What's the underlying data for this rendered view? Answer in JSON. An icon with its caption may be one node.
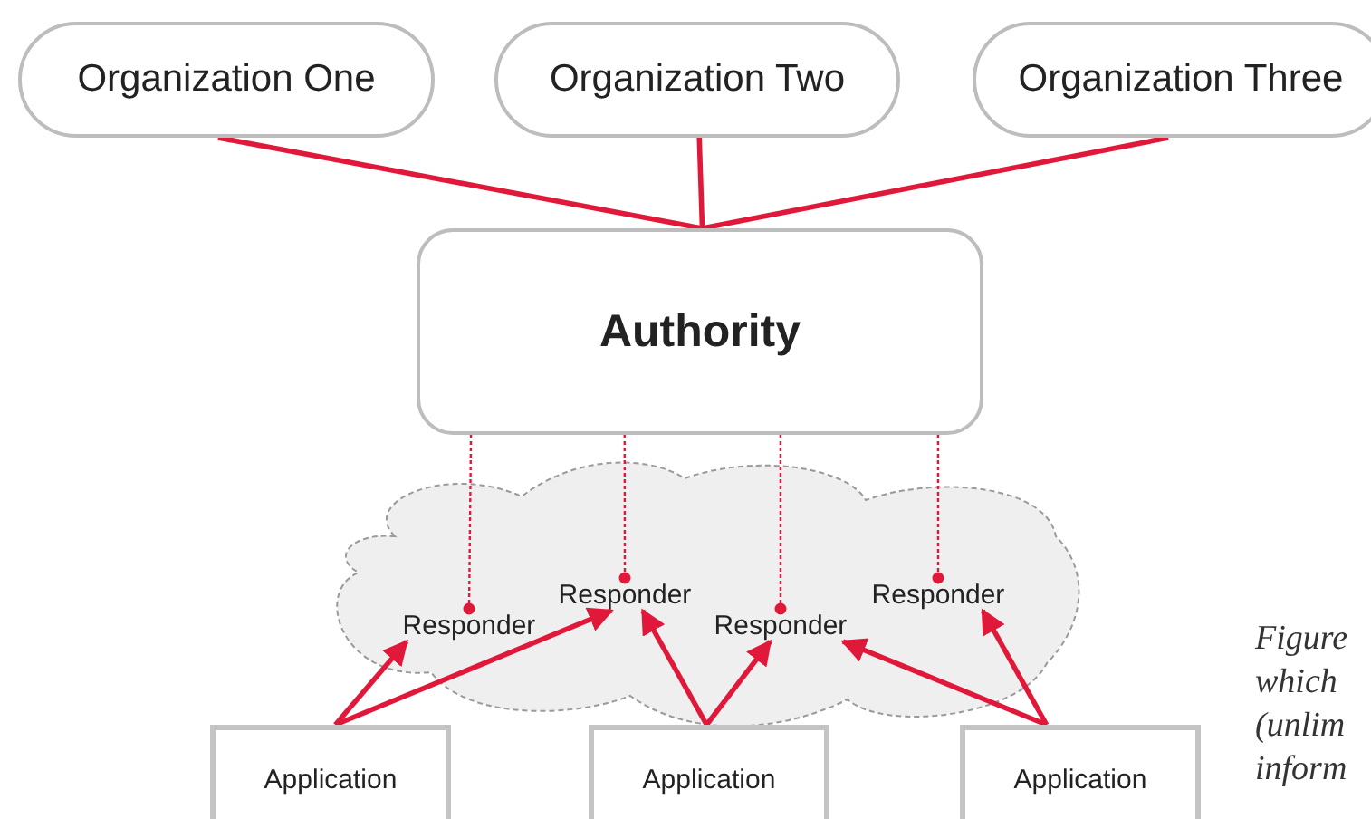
{
  "diagram": {
    "nodes": [
      {
        "text": [
          "Organization One"
        ]
      },
      {
        "text": [
          "Organization Two"
        ]
      },
      {
        "text": [
          "Organization Three"
        ]
      },
      {
        "text": [
          "Authority"
        ]
      },
      {
        "text": [],
        "shape": "cloud"
      },
      {
        "text": [
          "Responder"
        ],
        "in": 4
      },
      {
        "text": [
          "Responder"
        ],
        "in": 4
      },
      {
        "text": [
          "Responder"
        ],
        "in": 4
      },
      {
        "text": [
          "Responder"
        ],
        "in": 4
      },
      {
        "text": [
          "Application"
        ]
      },
      {
        "text": [
          "Application"
        ]
      },
      {
        "text": [
          "Application"
        ]
      }
    ],
    "edges": [
      {
        "from": 0,
        "to": 3,
        "arrow": "none"
      },
      {
        "from": 1,
        "to": 3,
        "arrow": "none"
      },
      {
        "from": 2,
        "to": 3,
        "arrow": "none"
      },
      {
        "from": 3,
        "to": 5,
        "arrow": "other",
        "style": "dashed"
      },
      {
        "from": 3,
        "to": 6,
        "arrow": "other",
        "style": "dashed"
      },
      {
        "from": 3,
        "to": 7,
        "arrow": "other",
        "style": "dashed"
      },
      {
        "from": 3,
        "to": 8,
        "arrow": "other",
        "style": "dashed"
      },
      {
        "from": 9,
        "to": 5,
        "arrow": "to"
      },
      {
        "from": 9,
        "to": 6,
        "arrow": "to"
      },
      {
        "from": 10,
        "to": 6,
        "arrow": "to"
      },
      {
        "from": 10,
        "to": 7,
        "arrow": "to"
      },
      {
        "from": 11,
        "to": 7,
        "arrow": "to"
      },
      {
        "from": 11,
        "to": 8,
        "arrow": "to"
      }
    ],
    "labels": [
      "Figure",
      "which",
      "(unlim",
      "inform"
    ]
  }
}
